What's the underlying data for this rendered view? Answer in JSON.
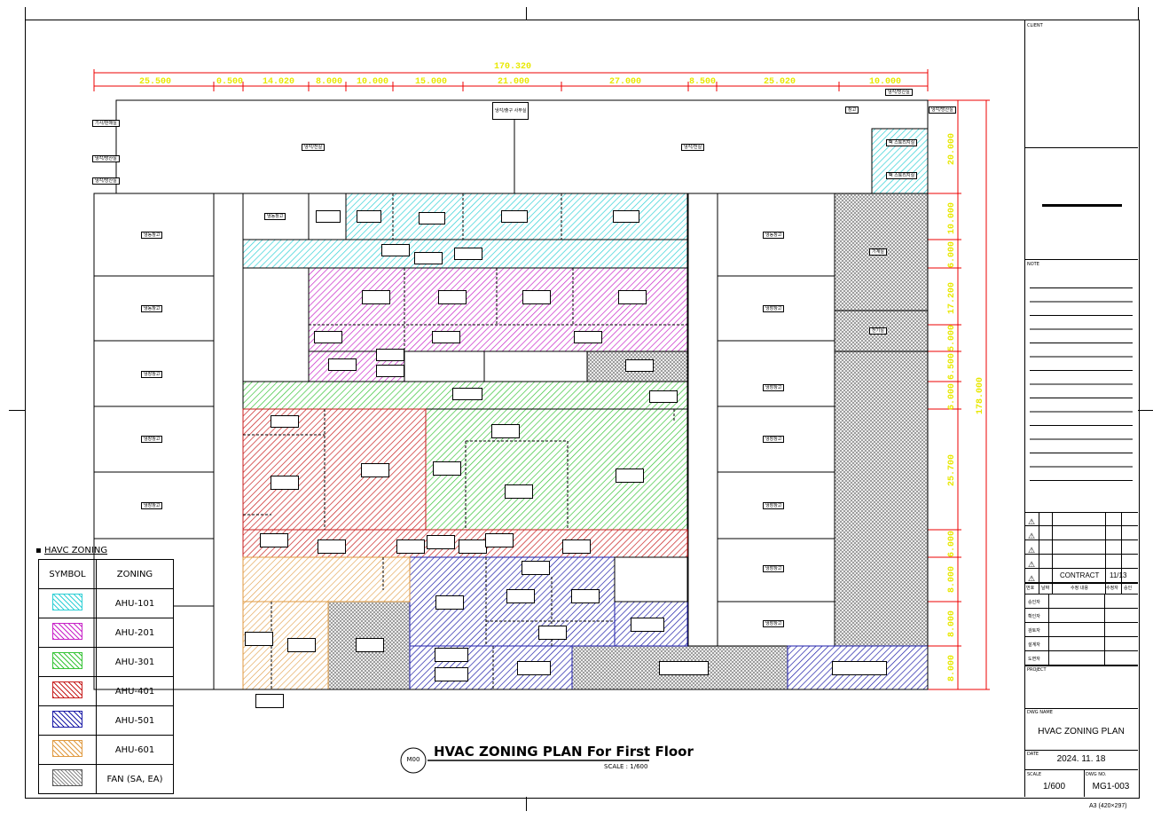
{
  "drawing": {
    "title": "HVAC ZONING PLAN For First Floor",
    "scale_text": "SCALE : 1/600",
    "drawing_symbol": "M00"
  },
  "dimensions": {
    "total_top": "170.320",
    "top_segments": [
      "25.500",
      "0.500",
      "14.020",
      "8.000",
      "10.000",
      "15.000",
      "21.000",
      "27.000",
      "8.500",
      "25.020",
      "10.000"
    ],
    "total_right": "178.000",
    "right_segments": [
      "20.000",
      "10.000",
      "6.000",
      "17.200",
      "5.000",
      "6.500",
      "6.000",
      "25.700",
      "6.000",
      "8.000",
      "8.000",
      "8.000"
    ]
  },
  "rooms": {
    "top_center": "냉각/출구 사무실",
    "top_right": "냉각/방산실",
    "left_1": "기사/판매실",
    "left_2": "냉각/방산실",
    "left_3": "냉각/방산실",
    "big_left": "냉각/전실",
    "big_right": "냉각/전실",
    "storage": "창고",
    "hall_1": "팩 스토리지실",
    "hall_2": "팩 스토리지실",
    "cold_left": [
      "냉동창고",
      "냉동창고",
      "냉장창고",
      "냉장창고",
      "냉장창고"
    ],
    "cold_right": [
      "냉동창고",
      "냉장창고",
      "냉장창고",
      "냉장창고",
      "냉장창고",
      "냉장창고",
      "냉장창고"
    ],
    "machine": "기계실",
    "electric": "전기실",
    "small_store": "냉동창고"
  },
  "legend": {
    "heading": "HAVC ZONING",
    "col_symbol": "SYMBOL",
    "col_zoning": "ZONING",
    "rows": [
      {
        "name": "AHU-101",
        "color": "#2fd0d6"
      },
      {
        "name": "AHU-201",
        "color": "#c824c8"
      },
      {
        "name": "AHU-301",
        "color": "#38c438"
      },
      {
        "name": "AHU-401",
        "color": "#c81e1e"
      },
      {
        "name": "AHU-501",
        "color": "#1c1ca8"
      },
      {
        "name": "AHU-601",
        "color": "#e09a40"
      },
      {
        "name": "FAN (SA, EA)",
        "color": "#8a8a8a"
      }
    ]
  },
  "title_block": {
    "client_label": "CLIENT",
    "note_label": "NOTE",
    "contract": "CONTRACT",
    "contract_num": "11/13",
    "project_label": "PROJECT",
    "dwg_name_label": "DWG NAME",
    "dwg_name": "HVAC ZONING PLAN",
    "date_label": "DATE",
    "date": "2024. 11. 18",
    "scale_label": "SCALE",
    "scale": "1/600",
    "dwg_no_label": "DWG NO.",
    "dwg_no": "MG1-003",
    "paper": "A3 (420×297)",
    "rev_headers": [
      "번호",
      "날짜",
      "수정 내용",
      "수정자",
      "승인"
    ],
    "roles": [
      "승인자",
      "확인자",
      "검토자",
      "설계자",
      "도면자"
    ]
  }
}
